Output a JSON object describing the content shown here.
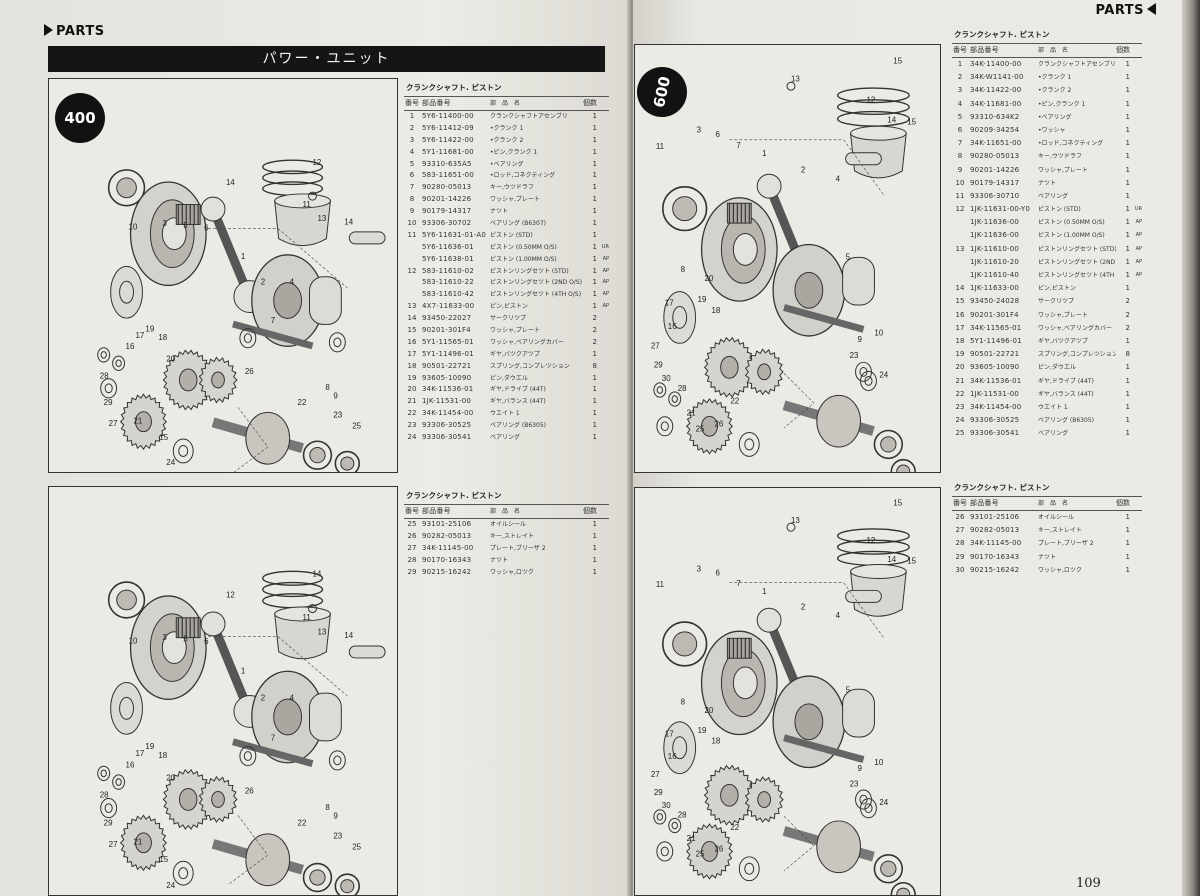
{
  "header": {
    "left_tag": "PARTS",
    "right_tag": "PARTS",
    "title": "パワー・ユニット"
  },
  "badges": {
    "model_400": "400",
    "model_600": "600"
  },
  "page_number": "109",
  "diagram_labels": {
    "d1": [
      "12",
      "14",
      "11",
      "13",
      "14",
      "10",
      "3",
      "5",
      "6",
      "1",
      "2",
      "4",
      "7",
      "19",
      "18",
      "17",
      "16",
      "20",
      "8",
      "9",
      "26",
      "28",
      "29",
      "27",
      "21",
      "15",
      "22",
      "23",
      "25",
      "24"
    ],
    "d2": [
      "14",
      "12",
      "11",
      "13",
      "14",
      "10",
      "3",
      "5",
      "6",
      "1",
      "2",
      "4",
      "7",
      "19",
      "18",
      "17",
      "16",
      "20",
      "8",
      "9",
      "26",
      "28",
      "29",
      "27",
      "21",
      "15",
      "22",
      "23",
      "25",
      "24"
    ],
    "d3": [
      "15",
      "13",
      "12",
      "14",
      "15",
      "11",
      "3",
      "6",
      "7",
      "1",
      "2",
      "4",
      "5",
      "8",
      "20",
      "19",
      "17",
      "18",
      "16",
      "10",
      "9",
      "27",
      "29",
      "30",
      "28",
      "21",
      "22",
      "26",
      "25",
      "23",
      "24"
    ],
    "d4": [
      "15",
      "13",
      "12",
      "14",
      "15",
      "11",
      "3",
      "6",
      "7",
      "1",
      "2",
      "4",
      "5",
      "8",
      "20",
      "19",
      "17",
      "18",
      "16",
      "10",
      "9",
      "27",
      "29",
      "30",
      "28",
      "21",
      "22",
      "26",
      "25",
      "23",
      "24"
    ]
  },
  "tables": {
    "left_top": {
      "title": "クランクシャフト. ピストン",
      "headers": {
        "ref": "番号",
        "num": "部品番号",
        "name": "部　品　名",
        "qty": "個数"
      },
      "rows": [
        {
          "ref": "1",
          "num": "5Y6-11400-00",
          "name": "クランクシャフトアセンブリ",
          "qty": "1",
          "rem": ""
        },
        {
          "ref": "2",
          "num": "5Y6-11412-09",
          "name": "•クランク 1",
          "qty": "1",
          "rem": ""
        },
        {
          "ref": "3",
          "num": "5Y6-11422-00",
          "name": "•クランク 2",
          "qty": "1",
          "rem": ""
        },
        {
          "ref": "4",
          "num": "5Y1-11681-00",
          "name": "•ピン,クランク 1",
          "qty": "1",
          "rem": ""
        },
        {
          "ref": "5",
          "num": "93310-635A5",
          "name": "•ベアリング",
          "qty": "1",
          "rem": ""
        },
        {
          "ref": "6",
          "num": "583-11651-00",
          "name": "•ロッド,コネクティング",
          "qty": "1",
          "rem": ""
        },
        {
          "ref": "7",
          "num": "90280-05013",
          "name": "キー,ウツドラフ",
          "qty": "1",
          "rem": ""
        },
        {
          "ref": "8",
          "num": "90201-14226",
          "name": "ワッシャ,プレート",
          "qty": "1",
          "rem": ""
        },
        {
          "ref": "9",
          "num": "90179-14317",
          "name": "ナツト",
          "qty": "1",
          "rem": ""
        },
        {
          "ref": "10",
          "num": "93306-30702",
          "name": "ベアリング (B6307)",
          "qty": "1",
          "rem": ""
        },
        {
          "ref": "11",
          "num": "5Y6-11631-01-A0",
          "name": "ピストン (STD)",
          "qty": "1",
          "rem": ""
        },
        {
          "ref": "",
          "num": "5Y6-11636-01",
          "name": "ピストン (0.50MM O/S)",
          "qty": "1",
          "rem": "UR"
        },
        {
          "ref": "",
          "num": "5Y6-11638-01",
          "name": "ピストン (1.00MM O/S)",
          "qty": "1",
          "rem": "AP"
        },
        {
          "ref": "12",
          "num": "583-11610-02",
          "name": "ピストンリングセツト (STD)",
          "qty": "1",
          "rem": "AP"
        },
        {
          "ref": "",
          "num": "583-11610-22",
          "name": "ピストンリングセツト (2ND O/S)",
          "qty": "1",
          "rem": "AP"
        },
        {
          "ref": "",
          "num": "583-11610-42",
          "name": "ピストンリングセツト (4TH O/S)",
          "qty": "1",
          "rem": "AP"
        },
        {
          "ref": "13",
          "num": "4X7-11633-00",
          "name": "ピン,ピストン",
          "qty": "1",
          "rem": "AP"
        },
        {
          "ref": "14",
          "num": "93450-22027",
          "name": "サークリツプ",
          "qty": "2",
          "rem": ""
        },
        {
          "ref": "15",
          "num": "90201-301F4",
          "name": "ワッシャ,プレート",
          "qty": "2",
          "rem": ""
        },
        {
          "ref": "16",
          "num": "5Y1-11565-01",
          "name": "ワッシャ,ベアリングカバー",
          "qty": "2",
          "rem": ""
        },
        {
          "ref": "17",
          "num": "5Y1-11496-01",
          "name": "ギヤ,バツクアツプ",
          "qty": "1",
          "rem": ""
        },
        {
          "ref": "18",
          "num": "90501-22721",
          "name": "スプリング,コンプレツション",
          "qty": "8",
          "rem": ""
        },
        {
          "ref": "19",
          "num": "93605-10090",
          "name": "ピン,ダウエル",
          "qty": "1",
          "rem": ""
        },
        {
          "ref": "20",
          "num": "34K-11536-01",
          "name": "ギヤ,ドライブ (44T)",
          "qty": "1",
          "rem": ""
        },
        {
          "ref": "21",
          "num": "1JK-11531-00",
          "name": "ギヤ,バランス (44T)",
          "qty": "1",
          "rem": ""
        },
        {
          "ref": "22",
          "num": "34K-11454-00",
          "name": "ウエイト 1",
          "qty": "1",
          "rem": ""
        },
        {
          "ref": "23",
          "num": "93306-30525",
          "name": "ベアリング (B6305)",
          "qty": "1",
          "rem": ""
        },
        {
          "ref": "24",
          "num": "93306-30541",
          "name": "ベアリング",
          "qty": "1",
          "rem": ""
        }
      ]
    },
    "left_bottom": {
      "title": "クランクシャフト. ピストン",
      "headers": {
        "ref": "番号",
        "num": "部品番号",
        "name": "部　品　名",
        "qty": "個数"
      },
      "rows": [
        {
          "ref": "25",
          "num": "93101-25106",
          "name": "オイルシール",
          "qty": "1",
          "rem": ""
        },
        {
          "ref": "26",
          "num": "90282-05013",
          "name": "キー,ストレイト",
          "qty": "1",
          "rem": ""
        },
        {
          "ref": "27",
          "num": "34K-11145-00",
          "name": "プレート,ブリーザ 2",
          "qty": "1",
          "rem": ""
        },
        {
          "ref": "28",
          "num": "90170-16343",
          "name": "ナツト",
          "qty": "1",
          "rem": ""
        },
        {
          "ref": "29",
          "num": "90215-16242",
          "name": "ワッシャ,ロツク",
          "qty": "1",
          "rem": ""
        }
      ]
    },
    "right_top": {
      "title": "クランクシャフト. ピストン",
      "headers": {
        "ref": "番号",
        "num": "部品番号",
        "name": "部　品　名",
        "qty": "個数"
      },
      "rows": [
        {
          "ref": "1",
          "num": "34K-11400-00",
          "name": "クランクシャフトアセンブリ",
          "qty": "1",
          "rem": ""
        },
        {
          "ref": "2",
          "num": "34K-W1141-00",
          "name": "•クランク 1",
          "qty": "1",
          "rem": ""
        },
        {
          "ref": "3",
          "num": "34K-11422-00",
          "name": "•クランク 2",
          "qty": "1",
          "rem": ""
        },
        {
          "ref": "4",
          "num": "34K-11681-00",
          "name": "•ピン,クランク 1",
          "qty": "1",
          "rem": ""
        },
        {
          "ref": "5",
          "num": "93310-634K2",
          "name": "•ベアリング",
          "qty": "1",
          "rem": ""
        },
        {
          "ref": "6",
          "num": "90209-34254",
          "name": "•ワッシャ",
          "qty": "1",
          "rem": ""
        },
        {
          "ref": "7",
          "num": "34K-11651-00",
          "name": "•ロッド,コネクティング",
          "qty": "1",
          "rem": ""
        },
        {
          "ref": "8",
          "num": "90280-05013",
          "name": "キー,ウツドラフ",
          "qty": "1",
          "rem": ""
        },
        {
          "ref": "9",
          "num": "90201-14226",
          "name": "ワッシャ,プレート",
          "qty": "1",
          "rem": ""
        },
        {
          "ref": "10",
          "num": "90179-14317",
          "name": "ナツト",
          "qty": "1",
          "rem": ""
        },
        {
          "ref": "11",
          "num": "93306-30710",
          "name": "ベアリング",
          "qty": "1",
          "rem": ""
        },
        {
          "ref": "12",
          "num": "1JK-11631-00-Y0",
          "name": "ピストン (STD)",
          "qty": "1",
          "rem": "UR"
        },
        {
          "ref": "",
          "num": "1JK-11636-00",
          "name": "ピストン (0.50MM O/S)",
          "qty": "1",
          "rem": "AP"
        },
        {
          "ref": "",
          "num": "1JK-11636-00",
          "name": "ピストン (1.00MM O/S)",
          "qty": "1",
          "rem": "AP"
        },
        {
          "ref": "13",
          "num": "1JK-11610-00",
          "name": "ピストンリングセツト (STD)",
          "qty": "1",
          "rem": "AP"
        },
        {
          "ref": "",
          "num": "1JK-11610-20",
          "name": "ピストンリングセツト (2ND O/S)",
          "qty": "1",
          "rem": "AP"
        },
        {
          "ref": "",
          "num": "1JK-11610-40",
          "name": "ピストンリングセツト (4TH O/S)",
          "qty": "1",
          "rem": "AP"
        },
        {
          "ref": "14",
          "num": "1JK-11633-00",
          "name": "ピン,ピストン",
          "qty": "1",
          "rem": ""
        },
        {
          "ref": "15",
          "num": "93450-24028",
          "name": "サークリツプ",
          "qty": "2",
          "rem": ""
        },
        {
          "ref": "16",
          "num": "90201-301F4",
          "name": "ワッシャ,プレート",
          "qty": "2",
          "rem": ""
        },
        {
          "ref": "17",
          "num": "34K-11565-01",
          "name": "ワッシャ,ベアリングカバー",
          "qty": "2",
          "rem": ""
        },
        {
          "ref": "18",
          "num": "5Y1-11496-01",
          "name": "ギヤ,バツクアツプ",
          "qty": "1",
          "rem": ""
        },
        {
          "ref": "19",
          "num": "90501-22721",
          "name": "スプリング,コンプレツション",
          "qty": "8",
          "rem": ""
        },
        {
          "ref": "20",
          "num": "93605-10090",
          "name": "ピン,ダウエル",
          "qty": "1",
          "rem": ""
        },
        {
          "ref": "21",
          "num": "34K-11536-01",
          "name": "ギヤ,ドライブ (44T)",
          "qty": "1",
          "rem": ""
        },
        {
          "ref": "22",
          "num": "1JK-11531-00",
          "name": "ギヤ,バランス (44T)",
          "qty": "1",
          "rem": ""
        },
        {
          "ref": "23",
          "num": "34K-11454-00",
          "name": "ウエイト 1",
          "qty": "1",
          "rem": ""
        },
        {
          "ref": "24",
          "num": "93306-30525",
          "name": "ベアリング (B6305)",
          "qty": "1",
          "rem": ""
        },
        {
          "ref": "25",
          "num": "93306-30541",
          "name": "ベアリング",
          "qty": "1",
          "rem": ""
        }
      ]
    },
    "right_bottom": {
      "title": "クランクシャフト. ピストン",
      "headers": {
        "ref": "番号",
        "num": "部品番号",
        "name": "部　品　名",
        "qty": "個数"
      },
      "rows": [
        {
          "ref": "26",
          "num": "93101-25106",
          "name": "オイルシール",
          "qty": "1",
          "rem": ""
        },
        {
          "ref": "27",
          "num": "90282-05013",
          "name": "キー,ストレイト",
          "qty": "1",
          "rem": ""
        },
        {
          "ref": "28",
          "num": "34K-11145-00",
          "name": "プレート,ブリーザ 2",
          "qty": "1",
          "rem": ""
        },
        {
          "ref": "29",
          "num": "90170-16343",
          "name": "ナツト",
          "qty": "1",
          "rem": ""
        },
        {
          "ref": "30",
          "num": "90215-16242",
          "name": "ワッシャ,ロツク",
          "qty": "1",
          "rem": ""
        }
      ]
    }
  }
}
